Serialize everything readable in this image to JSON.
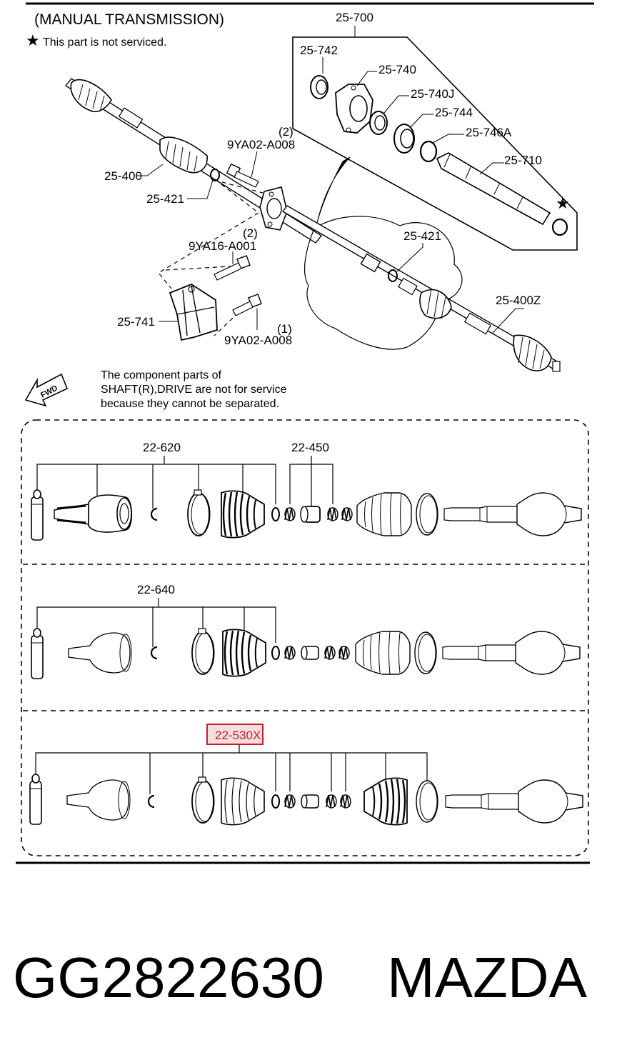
{
  "header": {
    "title": "(MANUAL TRANSMISSION)",
    "legend_symbol": "★",
    "legend_text": "This part is not serviced."
  },
  "exploded_view": {
    "callouts": {
      "assy_700": "25-700",
      "p742": "25-742",
      "p740": "25-740",
      "p740j": "25-740J",
      "p744": "25-744",
      "p746a": "25-746A",
      "p710": "25-710",
      "p400": "25-400",
      "p421_left": "25-421",
      "p421_right": "25-421",
      "p400z": "25-400Z",
      "p741": "25-741",
      "bolt_a": "9YA02-A008",
      "bolt_a_qty": "(2)",
      "bolt_b": "9YA16-A001",
      "bolt_b_qty": "(2)",
      "bolt_c": "9YA02-A008",
      "bolt_c_qty": "(1)",
      "fwd": "FWD"
    },
    "note_lines": [
      "The component parts of",
      "SHAFT(R),DRIVE are not for service",
      "because they cannot be separated."
    ]
  },
  "kits": [
    {
      "id": "row-1",
      "label": "22-620",
      "label2": "22-450",
      "highlighted": false
    },
    {
      "id": "row-2",
      "label": "22-640",
      "highlighted": false
    },
    {
      "id": "row-3",
      "label": "22-530X",
      "highlighted": true
    }
  ],
  "footer": {
    "part_number": "GG2822630",
    "brand": "MAZDA"
  },
  "colors": {
    "ink": "#000000",
    "background": "#ffffff",
    "highlight_fill": "#f6dde0",
    "highlight_border": "#c81e28"
  }
}
